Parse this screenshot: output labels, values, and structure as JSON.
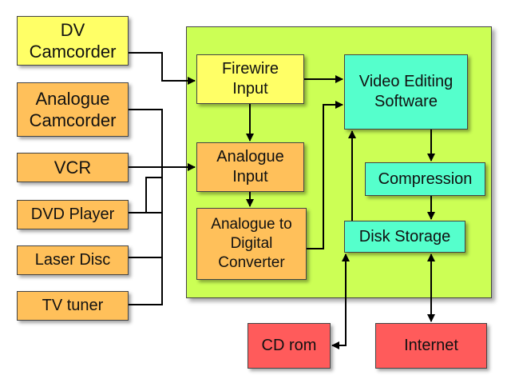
{
  "sources": {
    "dv_camcorder": "DV\nCamcorder",
    "analogue_camcorder": "Analogue\nCamcorder",
    "vcr": "VCR",
    "dvd_player": "DVD Player",
    "laser_disc": "Laser Disc",
    "tv_tuner": "TV tuner"
  },
  "pipeline": {
    "firewire_input": "Firewire\nInput",
    "analogue_input": "Analogue\nInput",
    "analogue_to_digital": "Analogue to\nDigital\nConverter",
    "video_editing": "Video Editing\nSoftware",
    "compression": "Compression",
    "disk_storage": "Disk Storage"
  },
  "outputs": {
    "cd_rom": "CD rom",
    "internet": "Internet"
  },
  "colors": {
    "panel": "#ccff55",
    "digital_source": "#ffff66",
    "analogue": "#ffc05a",
    "software": "#55ffcc",
    "output": "#ff5b5b"
  }
}
